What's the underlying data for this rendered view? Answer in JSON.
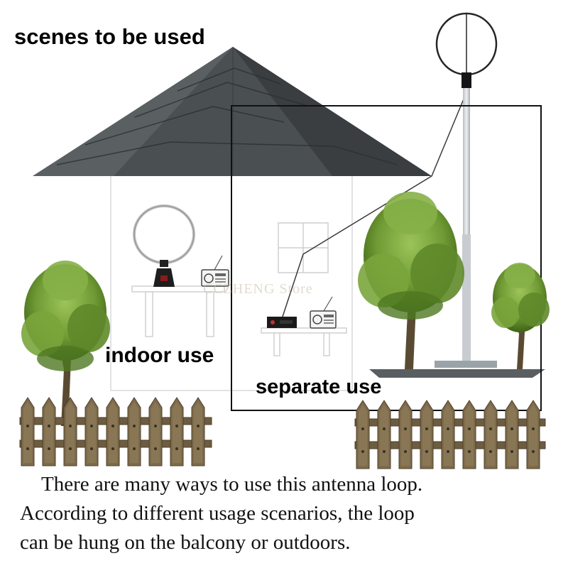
{
  "headline": "scenes to be used",
  "labels": {
    "indoor": "indoor use",
    "separate": "separate use"
  },
  "watermark": "CCZHENG Store",
  "caption": [
    "There are many ways to use this antenna loop.",
    "According to different usage scenarios, the loop",
    "can be hung on the balcony or outdoors."
  ],
  "colors": {
    "roof": "#4a4f52",
    "roof_shadow": "#2f3336",
    "tree_foliage": "#6f9a34",
    "tree_dark": "#4a7020",
    "fence_wood": "#7a6a4e",
    "antenna_loop": "#222222",
    "mast": "#c8ccd0"
  },
  "icons": {
    "loop_antenna": "loop-antenna-icon",
    "radio": "radio-icon",
    "receiver_box": "receiver-box-icon",
    "tree": "tree-icon",
    "fence": "fence-icon"
  }
}
